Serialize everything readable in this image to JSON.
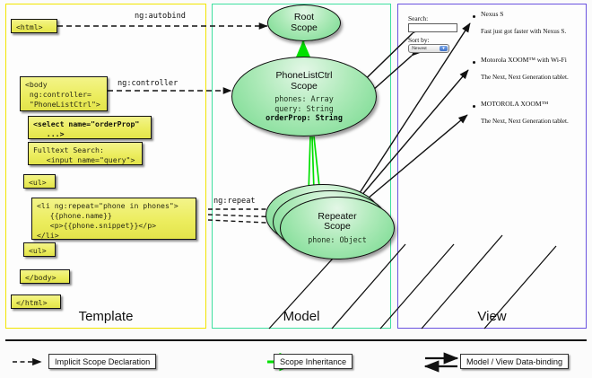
{
  "panels": [
    {
      "key": "template",
      "label": "Template",
      "border_color": "#f2e500"
    },
    {
      "key": "model",
      "label": "Model",
      "border_color": "#3fe0a0"
    },
    {
      "key": "view",
      "label": "View",
      "border_color": "#6a53e0"
    }
  ],
  "template": {
    "boxes": [
      {
        "name": "html-open-box",
        "text": "<html>",
        "bold": false
      },
      {
        "name": "body-controller-box",
        "text": "<body\n ng:controller=\n \"PhoneListCtrl\">",
        "bold": false
      },
      {
        "name": "select-orderprop-box",
        "text": "<select name=\"orderProp\"\n   ...>",
        "bold": true
      },
      {
        "name": "fulltext-search-box",
        "text": "Fulltext Search:\n   <input name=\"query\">",
        "bold": false
      },
      {
        "name": "ul-open-box",
        "text": "<ul>",
        "bold": false
      },
      {
        "name": "li-ngrepeat-box",
        "text": "<li ng:repeat=\"phone in phones\">\n   {{phone.name}}\n   <p>{{phone.snippet}}</p>\n</li>",
        "bold": false
      },
      {
        "name": "ul-close-box",
        "text": "<ul>",
        "bold": false
      },
      {
        "name": "body-close-box",
        "text": "</body>",
        "bold": false
      },
      {
        "name": "html-close-box",
        "text": "</html>",
        "bold": false
      }
    ]
  },
  "model": {
    "scopes": [
      {
        "name": "root-scope",
        "title": "Root\nScope",
        "props": ""
      },
      {
        "name": "phonelistctrl-scope",
        "title": "PhoneListCtrl\nScope",
        "props": "phones: Array\nquery: String",
        "props_bold": "orderProp: String"
      },
      {
        "name": "repeater-scope",
        "title": "Repeater\nScope",
        "props": "phone: Object"
      }
    ]
  },
  "connectors": {
    "autobind": "ng:autobind",
    "controller": "ng:controller",
    "repeat": "ng:repeat"
  },
  "view": {
    "search_label": "Search:",
    "search_value": "",
    "sort_label": "Sort by:",
    "sort_selected": "Newest",
    "phones": [
      {
        "name": "Nexus S",
        "snippet": "Fast just got faster with Nexus S."
      },
      {
        "name": "Motorola XOOM™ with Wi-Fi",
        "snippet": "The Next, Next Generation tablet."
      },
      {
        "name": "MOTOROLA XOOM™",
        "snippet": "The Next, Next Generation tablet."
      }
    ]
  },
  "legend": [
    {
      "name": "legend-implicit-scope",
      "label": "Implicit Scope Declaration",
      "style": "dashed-black"
    },
    {
      "name": "legend-scope-inheritance",
      "label": "Scope Inheritance",
      "style": "solid-green"
    },
    {
      "name": "legend-data-binding",
      "label": "Model / View Data-binding",
      "style": "double-black"
    }
  ],
  "colors": {
    "green_arrow": "#00e000",
    "box_yellow": "#ecec5a",
    "scope_green": "#8fe3a5"
  }
}
